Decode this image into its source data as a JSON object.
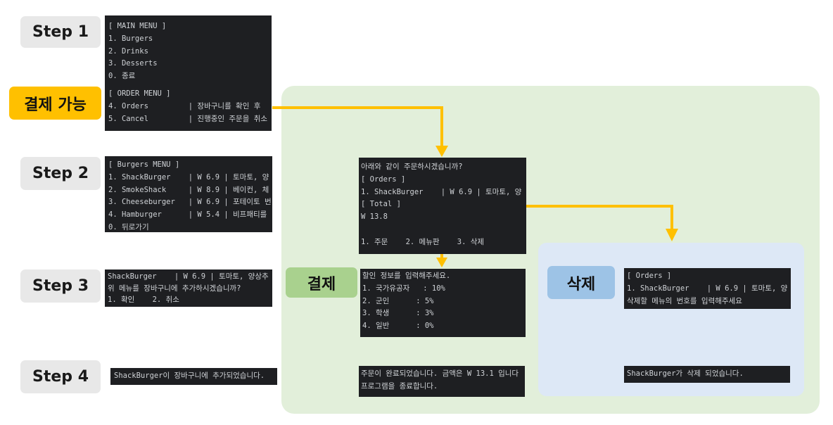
{
  "labels": {
    "step1": "Step 1",
    "step2": "Step 2",
    "step3": "Step 3",
    "step4": "Step 4",
    "payable": "결제 가능",
    "pay": "결제",
    "delete": "삭제"
  },
  "terminals": {
    "main_menu": [
      "[ MAIN MENU ]",
      "1. Burgers",
      "2. Drinks",
      "3. Desserts",
      "0. 종료"
    ],
    "order_menu": [
      "[ ORDER MENU ]",
      "4. Orders         | 장바구니를 확인 후",
      "5. Cancel         | 진행중인 주문을 취소"
    ],
    "burgers_menu": [
      "[ Burgers MENU ]",
      "1. ShackBurger    | W 6.9 | 토마토, 양",
      "2. SmokeShack     | W 8.9 | 베이컨, 체",
      "3. Cheeseburger   | W 6.9 | 포테이토 번",
      "4. Hamburger      | W 5.4 | 비프패티를",
      "0. 뒤로가기"
    ],
    "add_confirm": [
      "ShackBurger    | W 6.9 | 토마토, 양상추",
      "위 메뉴를 장바구니에 추가하시겠습니까?",
      "1. 확인    2. 취소"
    ],
    "added": [
      "ShackBurger이 장바구니에 추가되었습니다."
    ],
    "order_confirm": [
      "아래와 같이 주문하시겠습니까?",
      "[ Orders ]",
      "1. ShackBurger    | W 6.9 | 토마토, 양",
      "[ Total ]",
      "W 13.8",
      "",
      "1. 주문    2. 메뉴판    3. 삭제"
    ],
    "discount": [
      "할인 정보를 입력해주세요.",
      "1. 국가유공자   : 10%",
      "2. 군인      : 5%",
      "3. 학생      : 3%",
      "4. 일반      : 0%"
    ],
    "order_done": [
      "주문이 완료되었습니다. 금액은 W 13.1 입니다",
      "프로그램을 종료합니다."
    ],
    "delete_prompt": [
      "[ Orders ]",
      "1. ShackBurger    | W 6.9 | 토마토, 양",
      "삭제할 메뉴의 번호를 입력해주세요"
    ],
    "deleted": [
      "ShackBurger가 삭제 되었습니다."
    ]
  },
  "colors": {
    "arrow": "#ffc000",
    "green_area": "#e2efda",
    "blue_area": "#dde8f6",
    "terminal_bg": "#1e1f22",
    "terminal_text": "#cfd2d6"
  }
}
